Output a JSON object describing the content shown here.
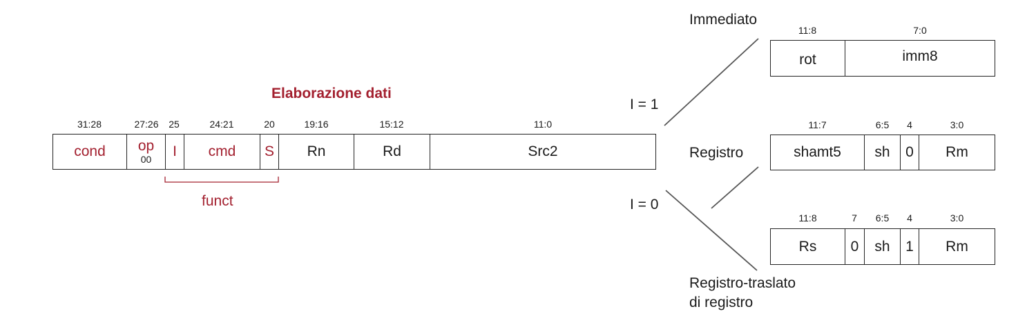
{
  "main": {
    "title": "Elaborazione dati",
    "fields": [
      {
        "bits": "31:28",
        "label": "cond"
      },
      {
        "bits": "27:26",
        "label": "op",
        "sub": "00"
      },
      {
        "bits": "25",
        "label": "I"
      },
      {
        "bits": "24:21",
        "label": "cmd"
      },
      {
        "bits": "20",
        "label": "S"
      },
      {
        "bits": "19:16",
        "label": "Rn"
      },
      {
        "bits": "15:12",
        "label": "Rd"
      },
      {
        "bits": "11:0",
        "label": "Src2"
      }
    ],
    "funct_label": "funct"
  },
  "branches": {
    "i1": "I = 1",
    "i0": "I = 0"
  },
  "immediate": {
    "title": "Immediato",
    "fields": [
      {
        "bits": "11:8",
        "label": "rot"
      },
      {
        "bits": "7:0",
        "label": "imm8"
      }
    ]
  },
  "register": {
    "title": "Registro",
    "fields": [
      {
        "bits": "11:7",
        "label": "shamt5"
      },
      {
        "bits": "6:5",
        "label": "sh"
      },
      {
        "bits": "4",
        "label": "0"
      },
      {
        "bits": "3:0",
        "label": "Rm"
      }
    ]
  },
  "shifted": {
    "title_line1": "Registro-traslato",
    "title_line2": "di registro",
    "fields": [
      {
        "bits": "11:8",
        "label": "Rs"
      },
      {
        "bits": "7",
        "label": "0"
      },
      {
        "bits": "6:5",
        "label": "sh"
      },
      {
        "bits": "4",
        "label": "1"
      },
      {
        "bits": "3:0",
        "label": "Rm"
      }
    ]
  },
  "colors": {
    "accent": "#a3202f",
    "line": "#222222",
    "branch_line": "#555555"
  }
}
